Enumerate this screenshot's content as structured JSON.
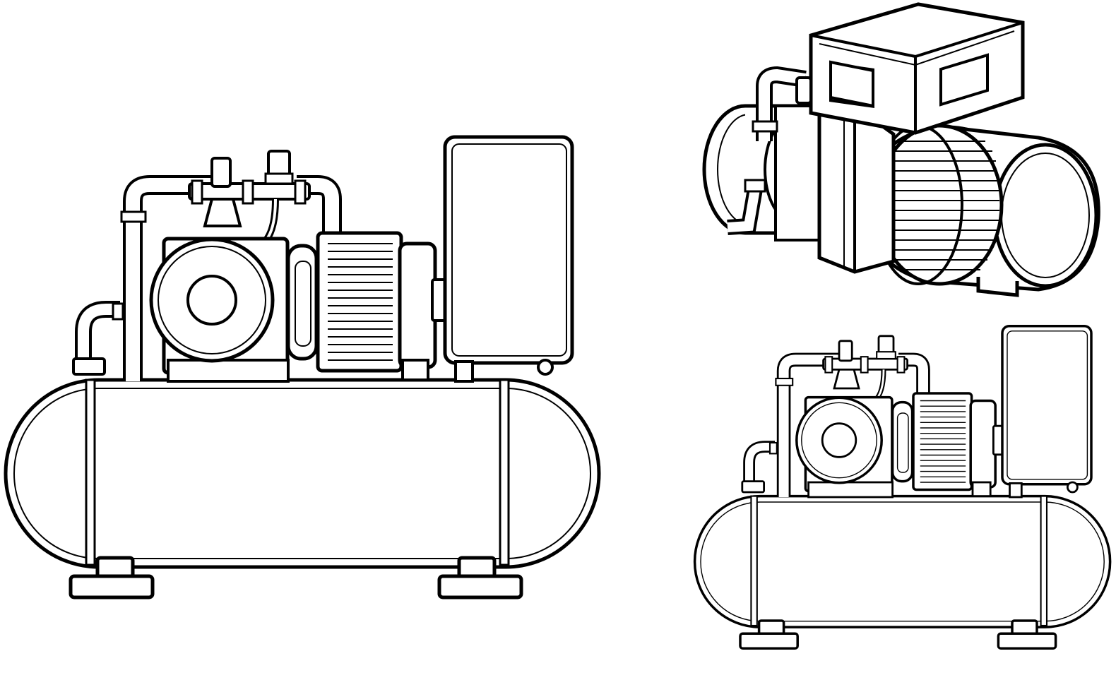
{
  "illustration": {
    "style": "black outline line art on white",
    "colors": {
      "line": "#000000",
      "background": "#ffffff"
    },
    "drawings": [
      {
        "name": "tank-mounted-compressor-front-view"
      },
      {
        "name": "compressor-unit-isometric-view"
      },
      {
        "name": "tank-mounted-compressor-small-front-view"
      }
    ]
  }
}
